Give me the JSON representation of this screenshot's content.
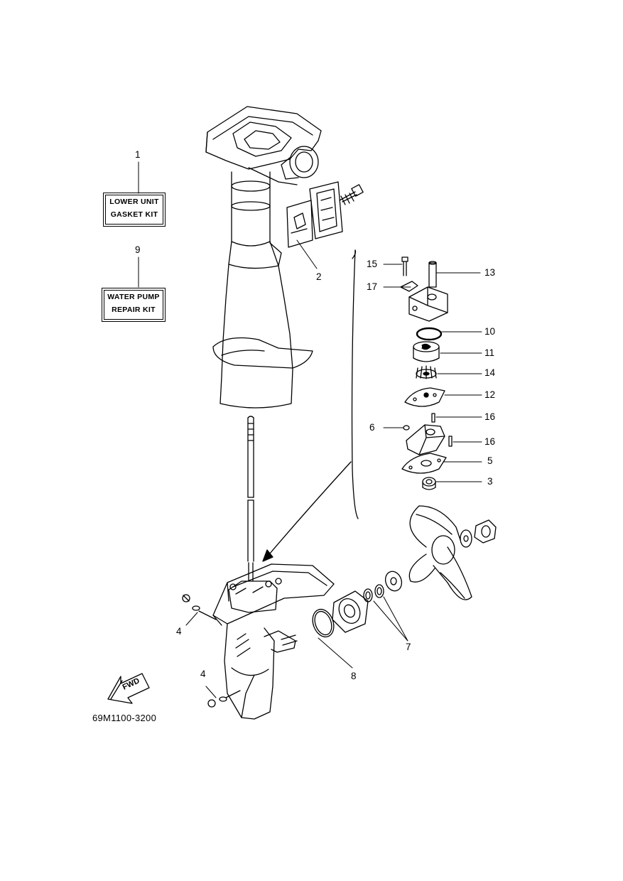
{
  "kits": {
    "gasket": {
      "ref": "1",
      "line1": "LOWER UNIT",
      "line2": "GASKET KIT"
    },
    "pump": {
      "ref": "9",
      "line1": "WATER PUMP",
      "line2": "REPAIR KIT"
    }
  },
  "callouts": {
    "c2": "2",
    "c3": "3",
    "c4a": "4",
    "c4b": "4",
    "c5": "5",
    "c6": "6",
    "c7": "7",
    "c8": "8",
    "c10": "10",
    "c11": "11",
    "c12": "12",
    "c13": "13",
    "c14": "14",
    "c15": "15",
    "c16a": "16",
    "c16b": "16",
    "c17": "17"
  },
  "fwd_label": "FWD",
  "part_code": "69M1100-3200"
}
